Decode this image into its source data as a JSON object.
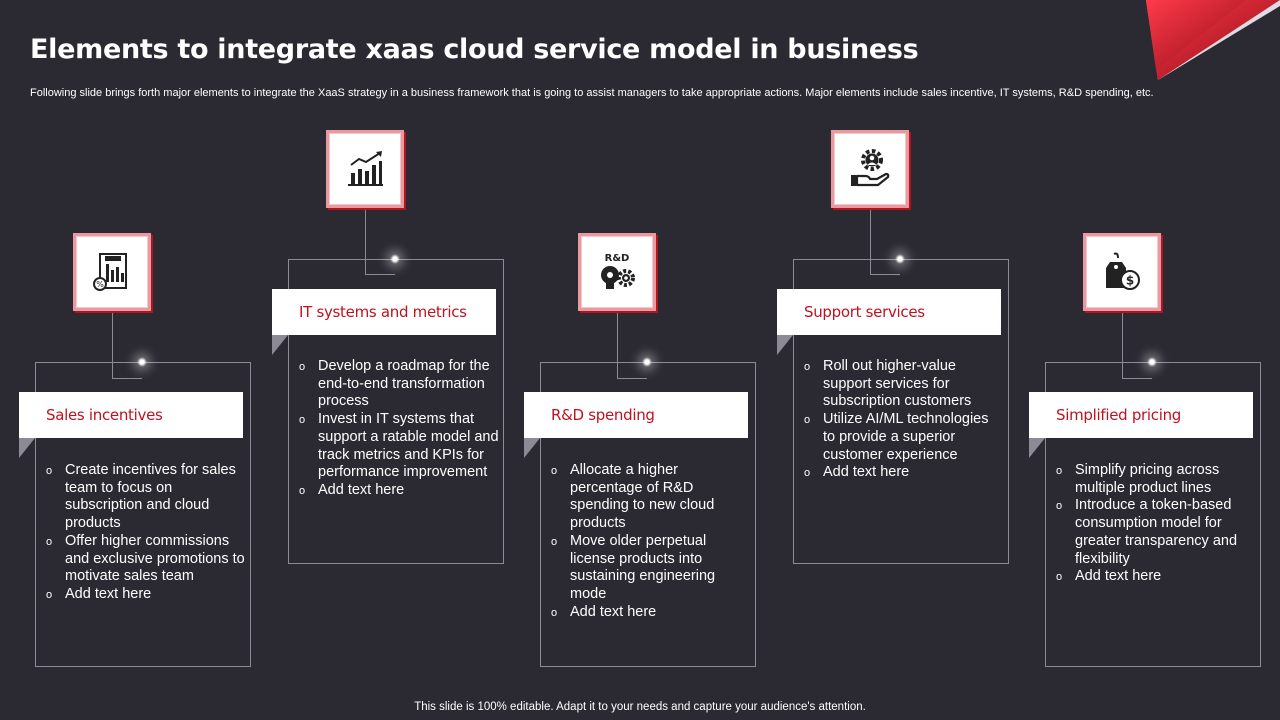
{
  "slide": {
    "title": "Elements to integrate xaas cloud service model in business",
    "subtitle": "Following slide brings forth major elements to integrate the XaaS strategy in a business framework that is going to assist managers to take appropriate actions. Major elements include sales incentive, IT systems, R&D spending, etc.",
    "footer": "This slide is 100% editable. Adapt it to your needs and capture your audience's attention."
  },
  "colors": {
    "background": "#2b2a33",
    "accent": "#c0111f",
    "frame": "#8b8a95"
  },
  "cards": [
    {
      "label": "Sales incentives",
      "icon": "tax-chart-icon",
      "items": [
        "Create incentives for sales team to focus on subscription and cloud products",
        "Offer higher commissions and exclusive promotions to motivate sales team",
        "Add text here"
      ]
    },
    {
      "label": "IT systems and metrics",
      "icon": "growth-chart-icon",
      "items": [
        "Develop a roadmap for the end-to-end transformation process",
        "Invest in IT systems that support a ratable model and track metrics and KPIs for performance improvement",
        "Add text here"
      ]
    },
    {
      "label": "R&D spending",
      "icon": "rnd-lightbulb-gear-icon",
      "icon_text": "R&D",
      "items": [
        "Allocate a higher percentage of R&D spending to new cloud products",
        "Move older perpetual license products into sustaining engineering mode",
        "Add text here"
      ]
    },
    {
      "label": "Support services",
      "icon": "hand-gear-user-icon",
      "items": [
        "Roll out higher-value support services for subscription customers",
        "Utilize AI/ML technologies to provide a superior customer experience",
        "Add text here"
      ]
    },
    {
      "label": "Simplified pricing",
      "icon": "price-tag-dollar-icon",
      "items": [
        "Simplify pricing across multiple product lines",
        "Introduce a token-based consumption model for greater transparency and flexibility",
        "Add text here"
      ]
    }
  ]
}
